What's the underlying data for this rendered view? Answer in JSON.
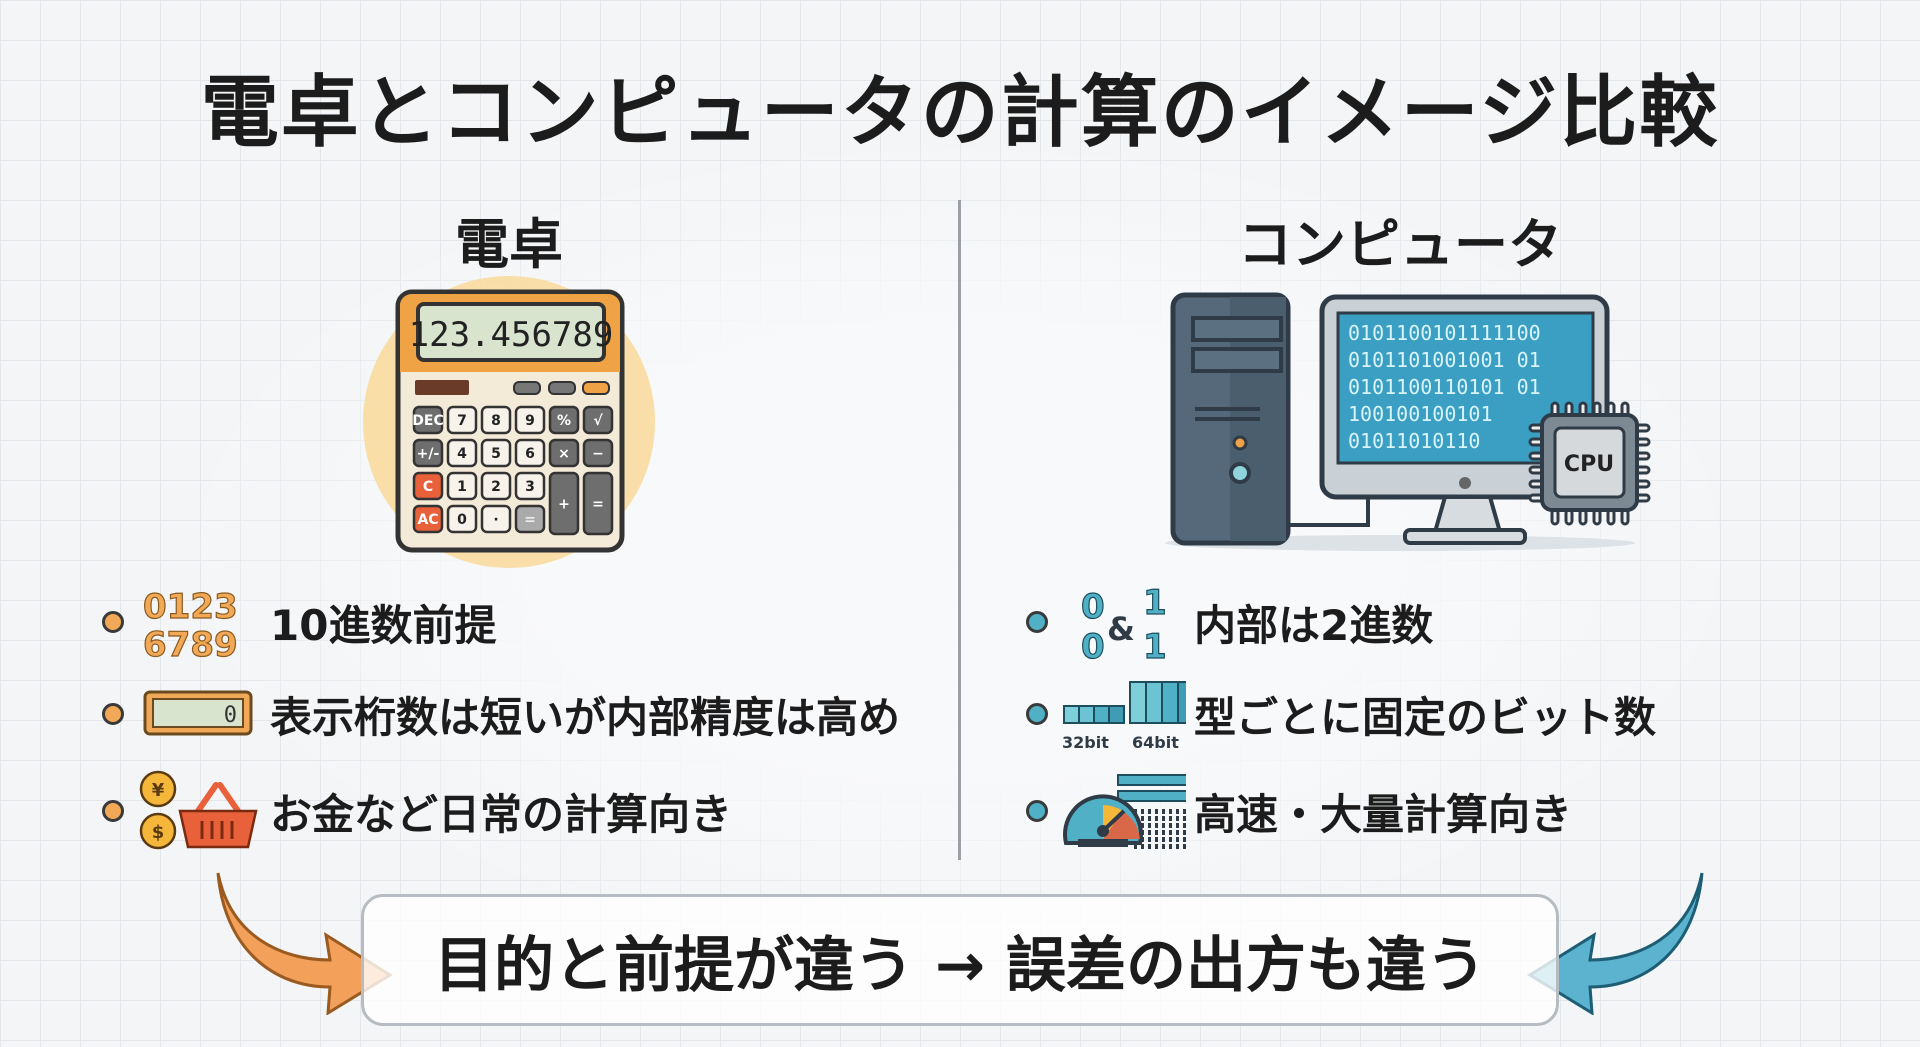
{
  "title": "電卓とコンピュータの計算のイメージ比較",
  "calculator": {
    "heading": "電卓",
    "display": "123.456789",
    "keys": [
      "DEC",
      "7",
      "8",
      "9",
      "%",
      "√",
      "+/-",
      "4",
      "5",
      "6",
      "×",
      "−",
      "C",
      "1",
      "2",
      "3",
      "+",
      "=",
      "AC",
      "0",
      "·",
      "="
    ],
    "bullets": [
      {
        "icon": "digits-icon",
        "icon_text": [
          "0123",
          "6789"
        ],
        "label": "10進数前提"
      },
      {
        "icon": "display-icon",
        "icon_text": [
          "0"
        ],
        "label": "表示桁数は短いが内部精度は高め"
      },
      {
        "icon": "money-basket-icon",
        "icon_text": [
          "¥",
          "$"
        ],
        "label": "お金など日常の計算向き"
      }
    ]
  },
  "computer": {
    "heading": "コンピュータ",
    "binary": [
      "0101100101111100",
      "0101101001001 01",
      "0101100110101 01",
      "100100100101",
      "01011010110"
    ],
    "cpu_label": "CPU",
    "bullets": [
      {
        "icon": "binary-digits-icon",
        "icon_text": [
          "0",
          "0",
          "&",
          "1",
          "1"
        ],
        "label": "内部は2進数"
      },
      {
        "icon": "bit-width-icon",
        "icon_text": [
          "32bit",
          "64bit"
        ],
        "label": "型ごとに固定のビット数"
      },
      {
        "icon": "speedometer-icon",
        "icon_text": [],
        "label": "高速・大量計算向き"
      }
    ]
  },
  "summary": "目的と前提が違う → 誤差の出方も違う",
  "colors": {
    "orange": "#f2a957",
    "blue": "#4fb0c6",
    "dark": "#3b4a57"
  }
}
